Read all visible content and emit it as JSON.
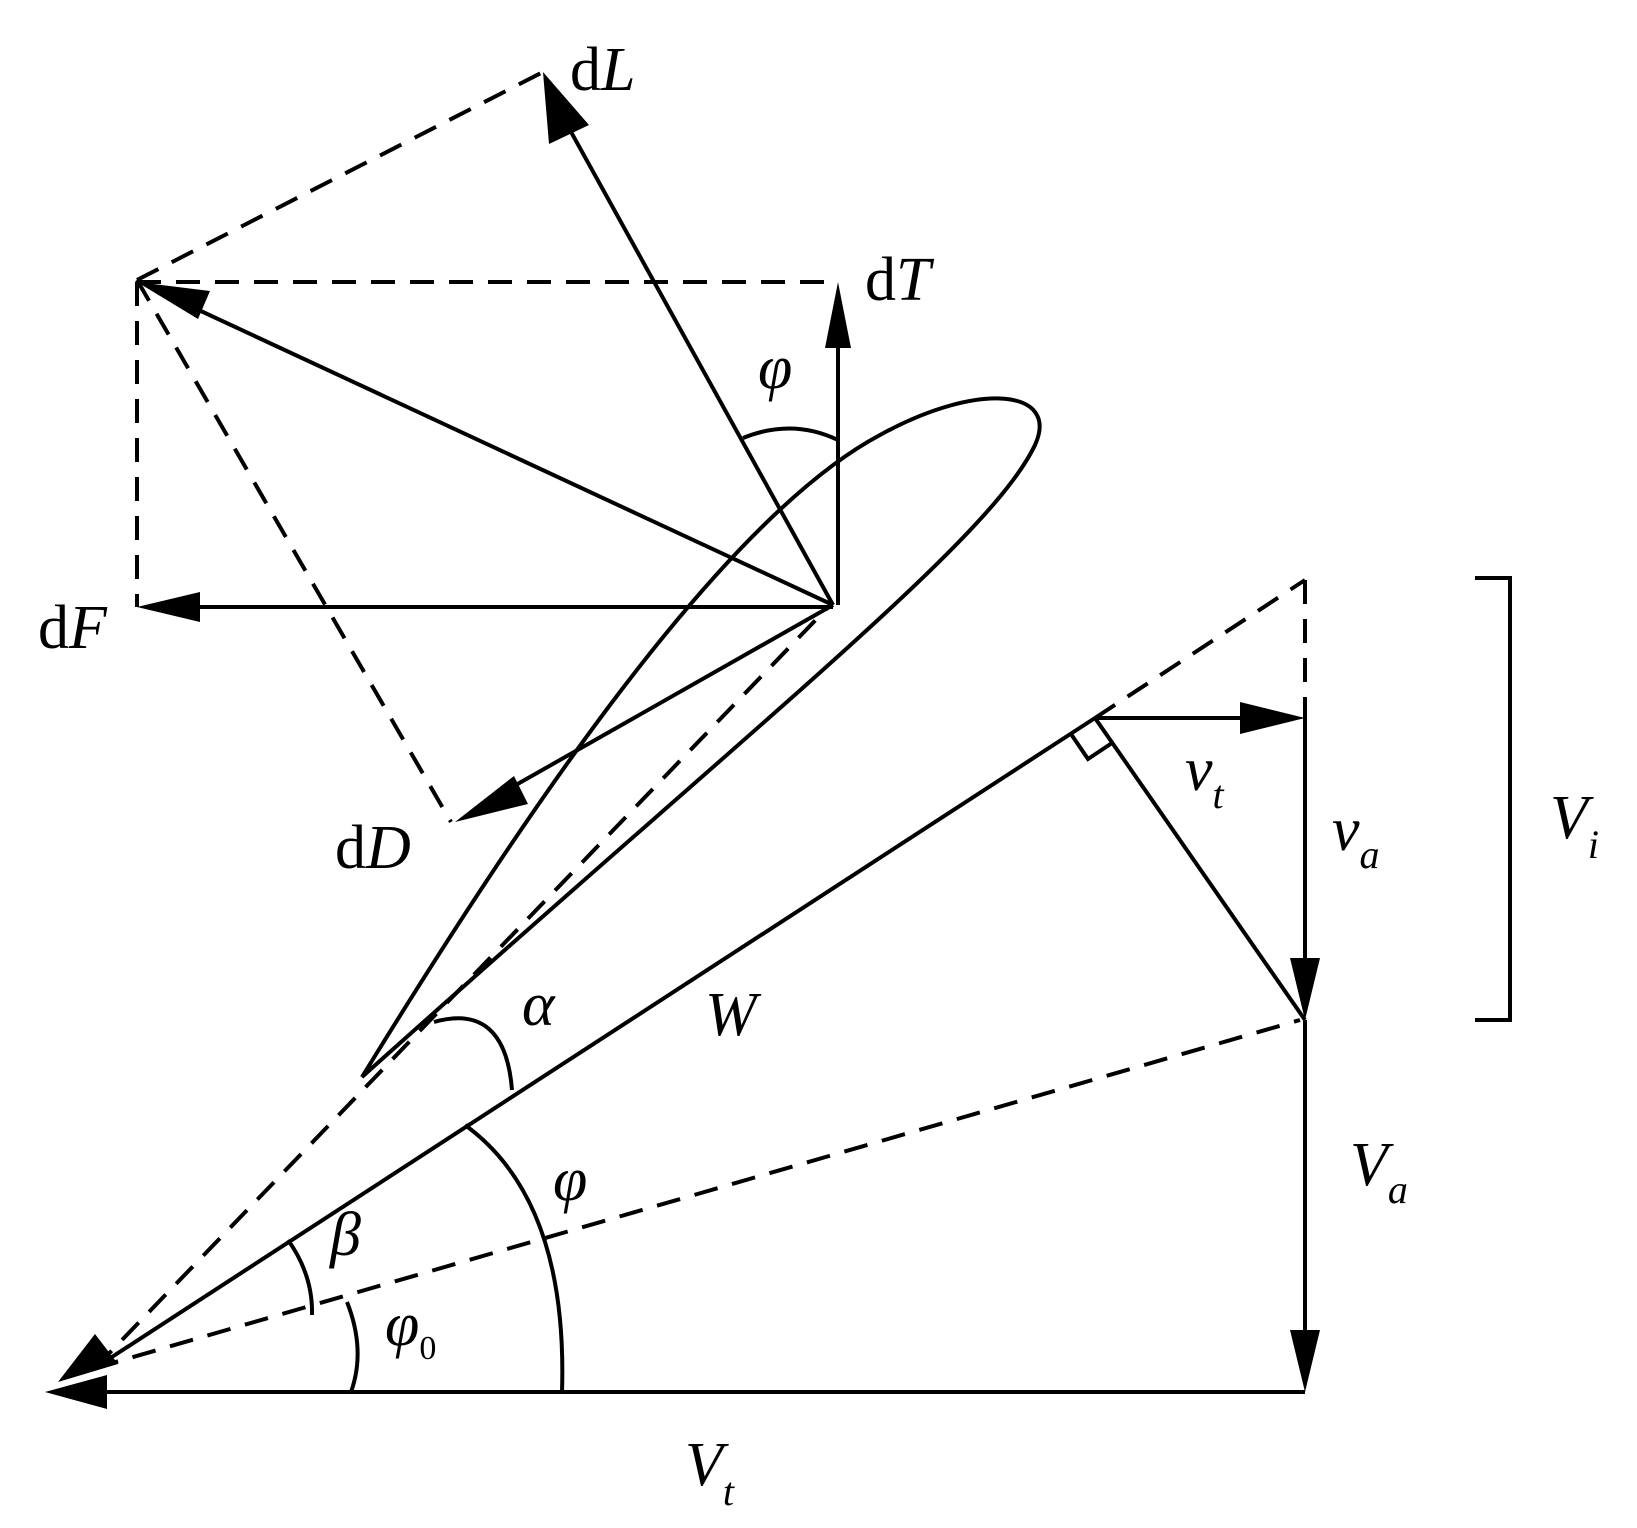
{
  "labels": {
    "dL": {
      "prefix": "d",
      "var": "L"
    },
    "dT": {
      "prefix": "d",
      "var": "T"
    },
    "dF": {
      "prefix": "d",
      "var": "F"
    },
    "dD": {
      "prefix": "d",
      "var": "D"
    },
    "phi_top": "φ",
    "alpha": "α",
    "W": "W",
    "phi_bottom": "φ",
    "beta": "β",
    "phi0": {
      "base": "φ",
      "sub": "0"
    },
    "vt": {
      "base": "v",
      "sub": "t"
    },
    "va": {
      "base": "v",
      "sub": "a"
    },
    "Vi": {
      "base": "V",
      "sub": "i"
    },
    "Va": {
      "base": "V",
      "sub": "a"
    },
    "Vt": {
      "base": "V",
      "sub": "t"
    }
  }
}
